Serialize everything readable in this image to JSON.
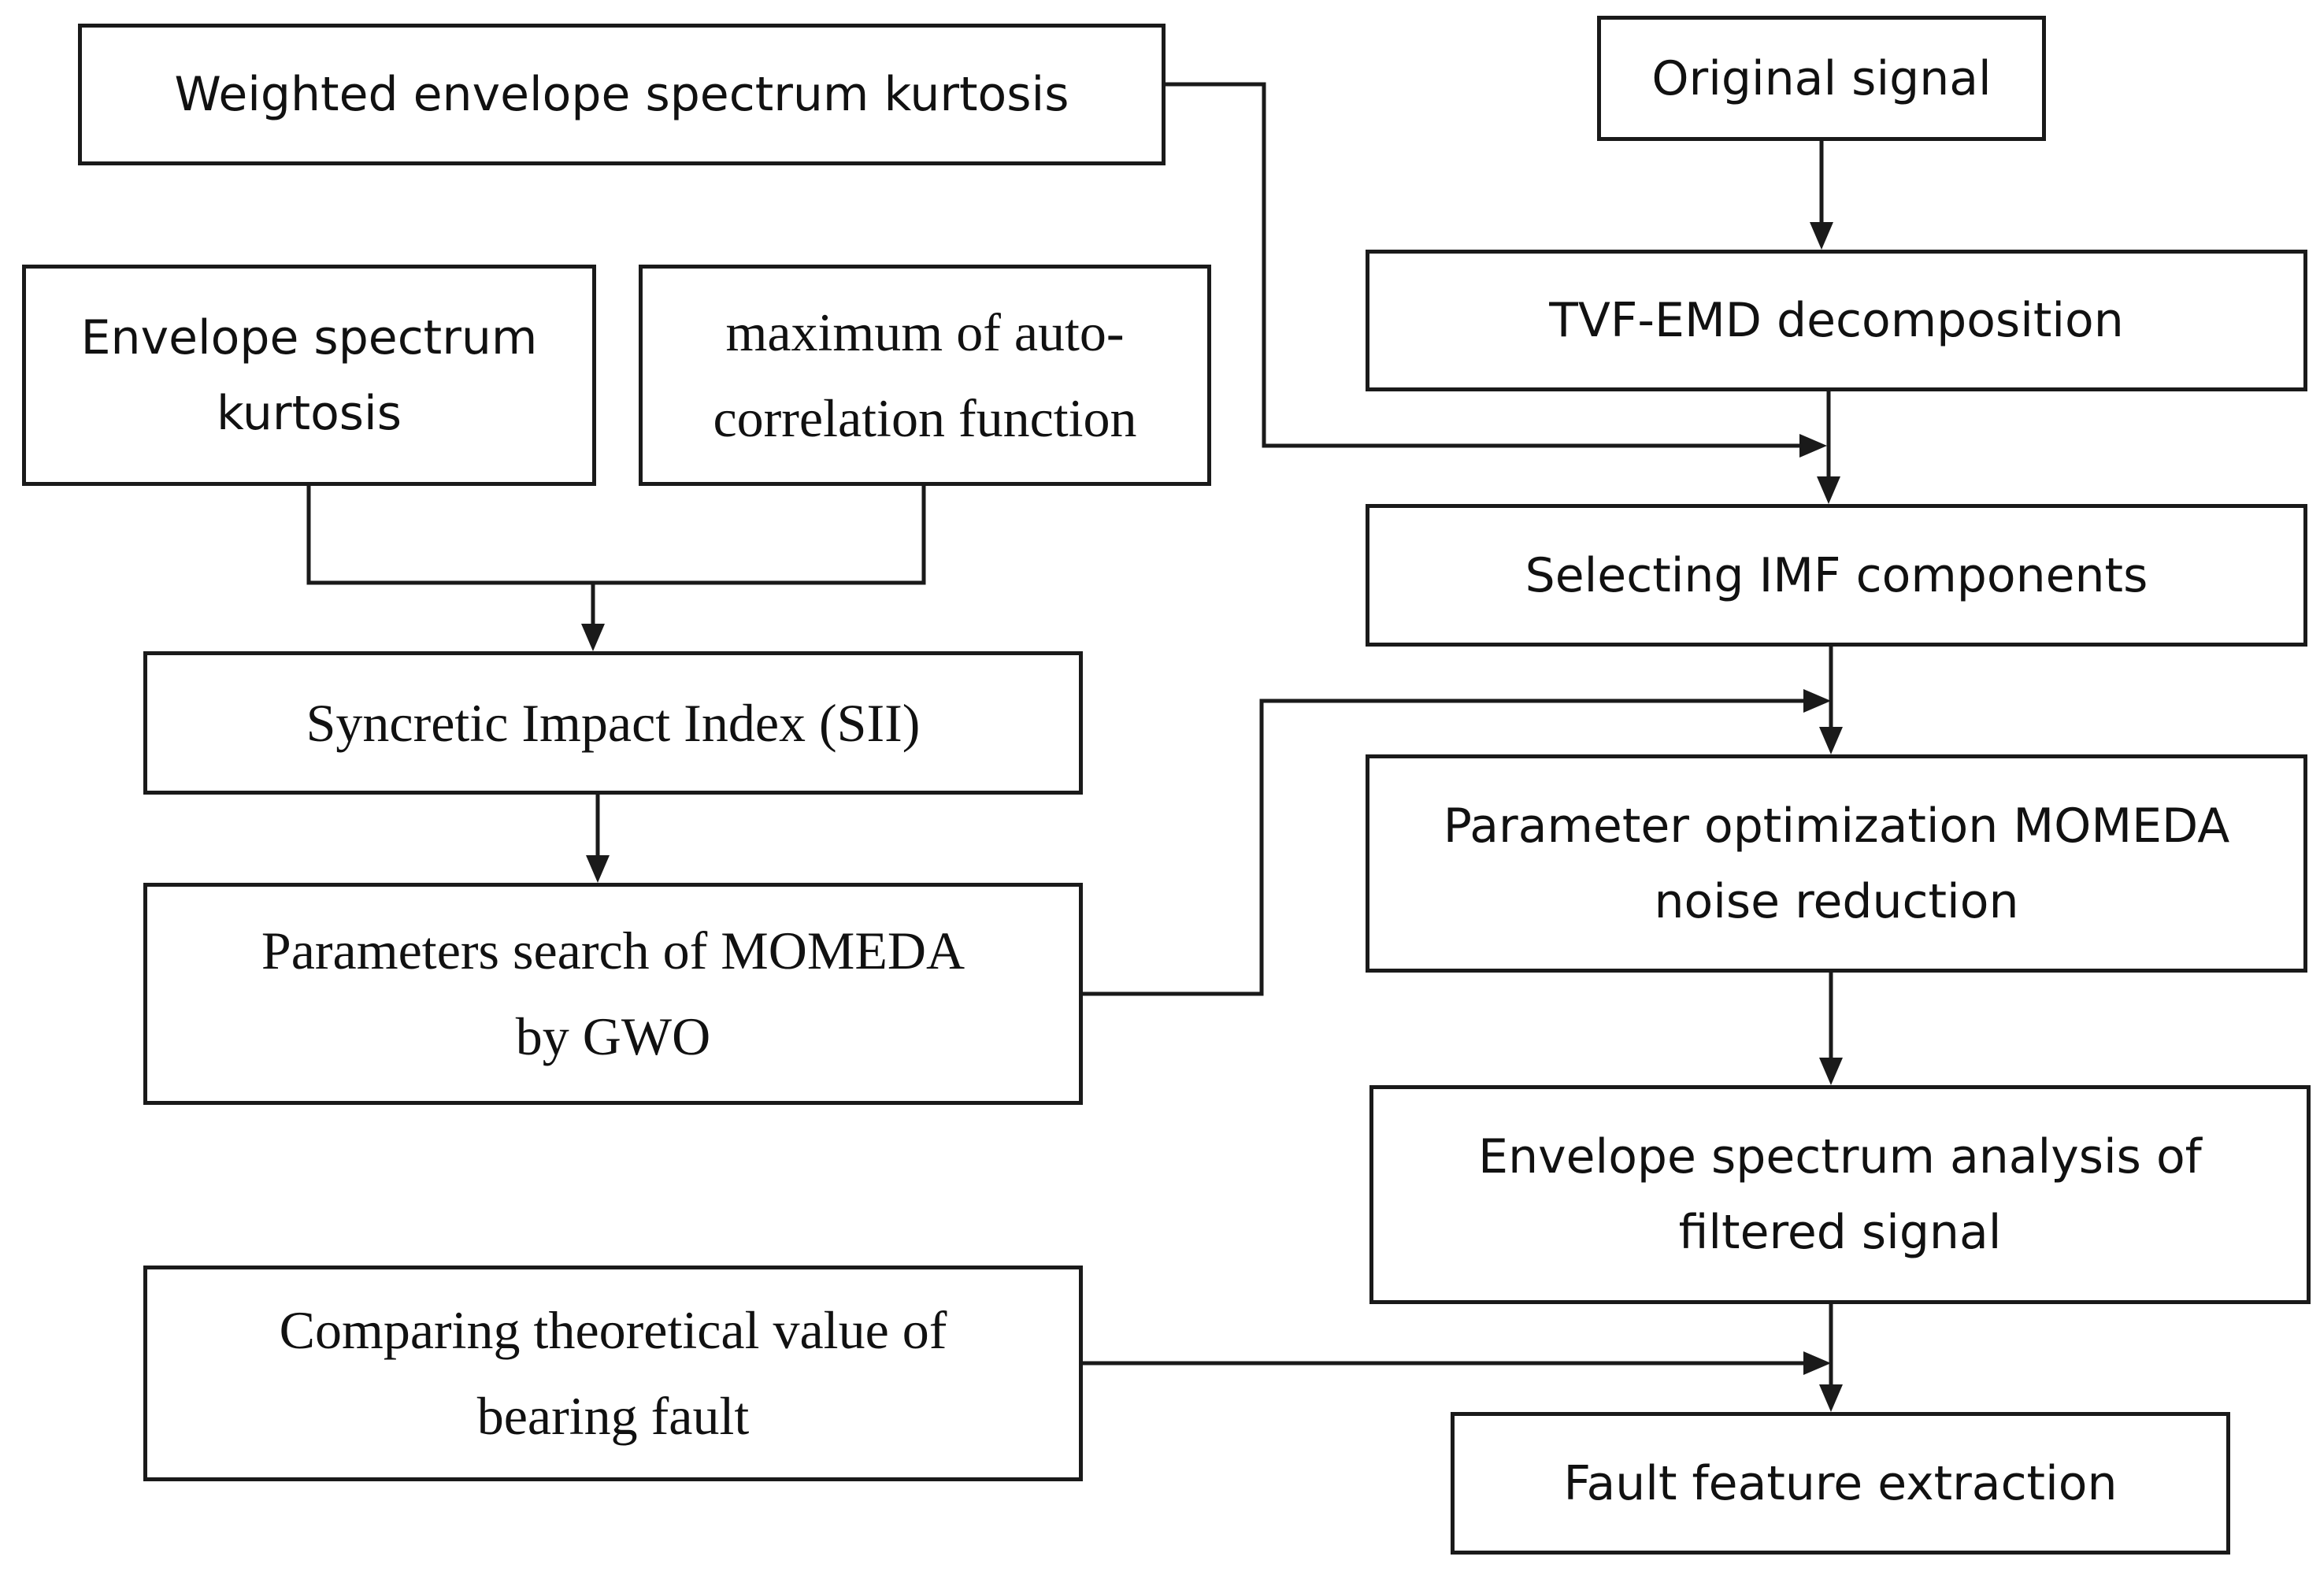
{
  "diagram": {
    "type": "flowchart",
    "nodes": {
      "weighted_esk": "Weighted envelope spectrum kurtosis",
      "esk_line1": "Envelope spectrum",
      "esk_line2": "kurtosis",
      "macf_line1": "maximum of auto-",
      "macf_line2": "correlation function",
      "sii": "Syncretic Impact Index (SII)",
      "search_line1": "Parameters search of MOMEDA",
      "search_line2": "by GWO",
      "compare_line1": "Comparing theoretical value of",
      "compare_line2": "bearing fault",
      "original": "Original signal",
      "tvf": "TVF-EMD decomposition",
      "imf": "Selecting IMF components",
      "momeda_line1": "Parameter optimization MOMEDA",
      "momeda_line2": "noise reduction",
      "env_analysis_line1": "Envelope spectrum analysis of",
      "env_analysis_line2": "filtered signal",
      "fault_feature": "Fault feature extraction"
    },
    "edges": [
      {
        "from": "original",
        "to": "tvf"
      },
      {
        "from": "tvf",
        "to": "imf"
      },
      {
        "from": "weighted_esk",
        "to": "tvf-imf link"
      },
      {
        "from": "envelope_spectrum_kurtosis",
        "to": "sii"
      },
      {
        "from": "maximum_autocorrelation",
        "to": "sii"
      },
      {
        "from": "sii",
        "to": "parameters_search"
      },
      {
        "from": "parameters_search",
        "to": "imf-momeda link"
      },
      {
        "from": "imf",
        "to": "momeda"
      },
      {
        "from": "momeda",
        "to": "envelope_analysis"
      },
      {
        "from": "envelope_analysis",
        "to": "fault_feature"
      },
      {
        "from": "comparing_theoretical",
        "to": "envelope-fault link"
      }
    ],
    "colors": {
      "stroke": "#1a1a1a",
      "background": "#ffffff",
      "text": "#111111"
    }
  }
}
